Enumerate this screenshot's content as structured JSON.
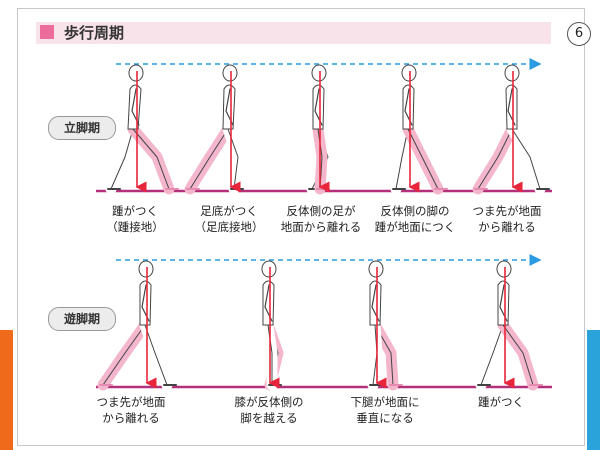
{
  "slide_number": "6",
  "header": {
    "title": "歩行周期"
  },
  "rows": [
    {
      "label": "立脚期",
      "captions": [
        [
          "踵がつく",
          "（踵接地）"
        ],
        [
          "足底がつく",
          "（足底接地）"
        ],
        [
          "反体側の足が",
          "地面から離れる"
        ],
        [
          "反体側の脚の",
          "踵が地面につく"
        ],
        [
          "つま先が地面",
          "から離れる"
        ]
      ]
    },
    {
      "label": "遊脚期",
      "captions": [
        [
          "つま先が地面",
          "から離れる"
        ],
        [
          "膝が反体側の",
          "脚を越える"
        ],
        [
          "下腿が地面に",
          "垂直になる"
        ],
        [
          "踵がつく",
          ""
        ]
      ]
    }
  ],
  "colors": {
    "ground": "#b5307a",
    "vertical_line": "#e8253a",
    "dashed_line": "#2a9be0",
    "highlight_leg": "#f4b6cc",
    "header_square": "#ec6d9b",
    "header_band": "#f9e3ea",
    "accent_left": "#f06a1c",
    "accent_right": "#29a3d9"
  }
}
